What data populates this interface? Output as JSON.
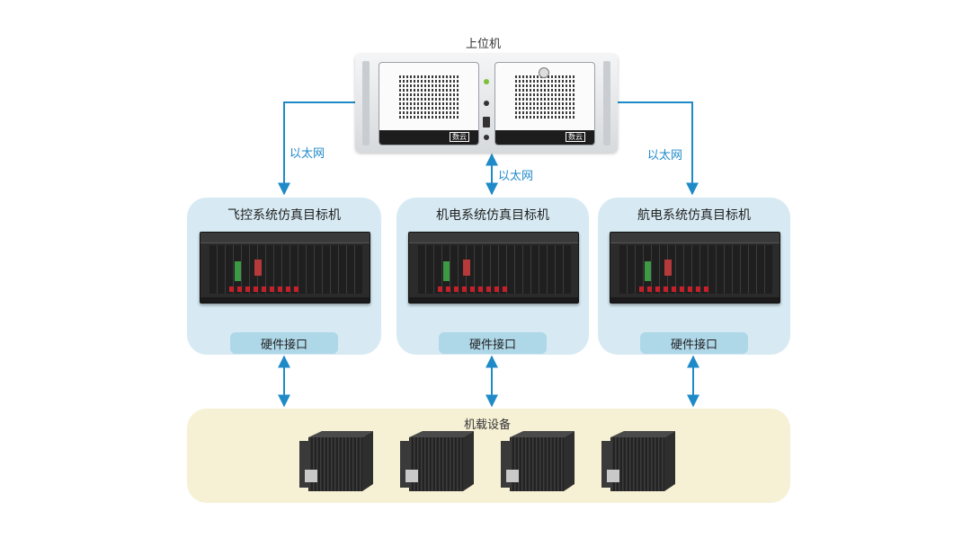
{
  "host": {
    "title": "上位机",
    "brand": "数云"
  },
  "links": {
    "left": "以太网",
    "center": "以太网",
    "right": "以太网"
  },
  "targets": [
    {
      "title": "飞控系统仿真目标机",
      "interface": "硬件接口"
    },
    {
      "title": "机电系统仿真目标机",
      "interface": "硬件接口"
    },
    {
      "title": "航电系统仿真目标机",
      "interface": "硬件接口"
    }
  ],
  "airborne": {
    "title": "机载设备",
    "device_count": 4
  },
  "colors": {
    "arrow": "#1f8ac8",
    "target_panel": "#d7eaf3",
    "interface_box": "#aed7e8",
    "airborne_panel": "#f6f1d4"
  }
}
